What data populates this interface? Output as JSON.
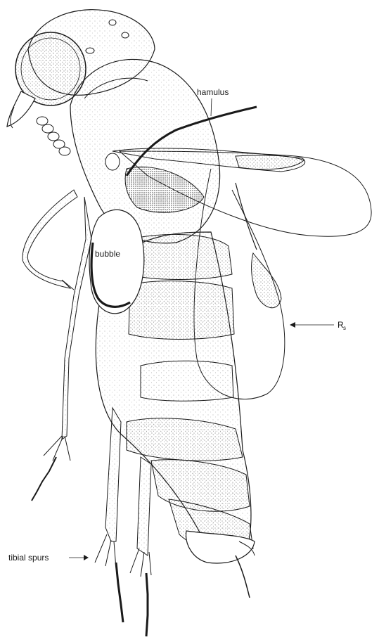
{
  "labels": {
    "hamulus": "hamulus",
    "bubble": "bubble",
    "rs_main": "R",
    "rs_sub": "s",
    "tibial_spurs": "tibial spurs"
  },
  "colors": {
    "ink": "#1a1a1a",
    "paper": "#ffffff",
    "shade": "#cfcfcf",
    "dark_shade": "#9a9a9a"
  }
}
